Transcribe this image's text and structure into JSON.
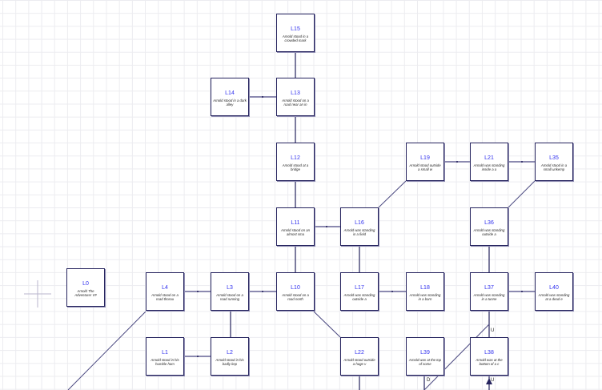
{
  "rooms": [
    {
      "id": "L0",
      "desc": "Arnold The Adventurer V#"
    },
    {
      "id": "L1",
      "desc": "Arnold stood in his humble hom"
    },
    {
      "id": "L2",
      "desc": "Arnold stood in his badly kep"
    },
    {
      "id": "L3",
      "desc": "Arnold stood on a road running"
    },
    {
      "id": "L4",
      "desc": "Arnold stood on a road thorou"
    },
    {
      "id": "L10",
      "desc": "Arnold stood on a road north"
    },
    {
      "id": "L11",
      "desc": "Arnold stood on an almost sma"
    },
    {
      "id": "L12",
      "desc": "Arnold stood at a bridge"
    },
    {
      "id": "L13",
      "desc": "Arnold stood on a road near an in"
    },
    {
      "id": "L14",
      "desc": "Arnold stood in a dark alley"
    },
    {
      "id": "L15",
      "desc": "Arnold stood in a crowded mark"
    },
    {
      "id": "L16",
      "desc": "Arnold was standing in a field"
    },
    {
      "id": "L17",
      "desc": "Arnold was standing outside a"
    },
    {
      "id": "L18",
      "desc": "Arnold was standing in a barn"
    },
    {
      "id": "L19",
      "desc": "Arnold stood outside a small w"
    },
    {
      "id": "L21",
      "desc": "Arnold was standing inside a a"
    },
    {
      "id": "L22",
      "desc": "Arnold stood outside a huge v"
    },
    {
      "id": "L35",
      "desc": "Arnold stood in a small unkemp"
    },
    {
      "id": "L36",
      "desc": "Arnold was standing outside a"
    },
    {
      "id": "L37",
      "desc": "Arnold was standing in a tunne"
    },
    {
      "id": "L38",
      "desc": "Arnold was at the bottom of a c"
    },
    {
      "id": "L39",
      "desc": "Arnold was at the top of some"
    },
    {
      "id": "L40",
      "desc": "Arnold was standing at a dead e"
    }
  ],
  "direction_labels": {
    "up1": "U",
    "down": "D",
    "up2": "U"
  },
  "colors": {
    "room_border": "#25235e",
    "room_id": "#3030ee",
    "link": "#8c8ab0"
  }
}
